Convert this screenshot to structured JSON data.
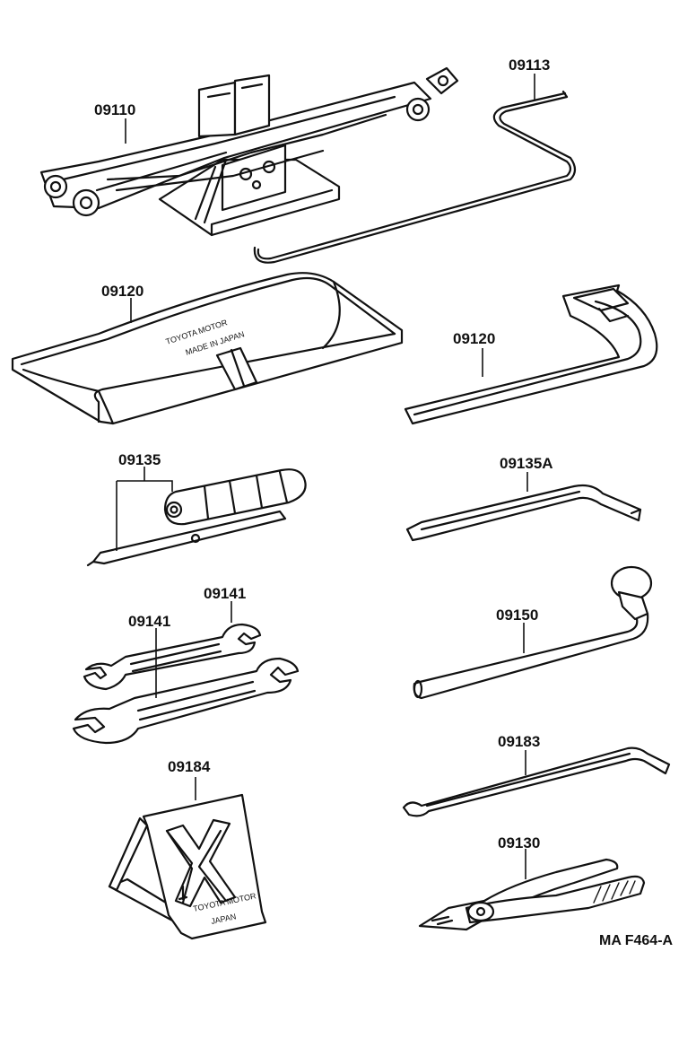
{
  "parts": {
    "jack": {
      "part_no": "09110"
    },
    "jack_handle": {
      "part_no": "09113"
    },
    "tool_bag": {
      "part_no": "09120",
      "stamp_line1": "TOYOTA MOTOR",
      "stamp_line2": "MADE IN JAPAN"
    },
    "tool_bag_side": {
      "part_no": "09120"
    },
    "screwdriver": {
      "part_no": "09135"
    },
    "screwdriver_a": {
      "part_no": "09135A"
    },
    "wrench_small": {
      "part_no": "09141"
    },
    "wrench_large": {
      "part_no": "09141"
    },
    "wheel_nut_wrench": {
      "part_no": "09150"
    },
    "wheel_chock": {
      "part_no": "09184",
      "stamp_line1": "TOYOTA MOTOR",
      "stamp_line2": "JAPAN"
    },
    "tool_bar": {
      "part_no": "09183"
    },
    "pliers": {
      "part_no": "09130"
    }
  },
  "figure_code": "MA F464-A"
}
